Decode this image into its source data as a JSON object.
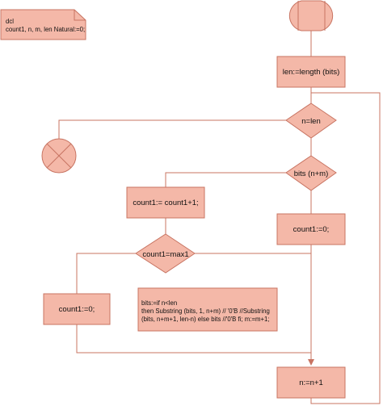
{
  "colors": {
    "fill": "#f4b8a8",
    "stroke": "#c87462",
    "text": "#111111"
  },
  "note": {
    "line1": "dcl",
    "line2": "count1, n, m, len Natural:=0;"
  },
  "nodes": {
    "start": {
      "icon": "terminal-start-icon"
    },
    "len_assign": {
      "label": "len:=length (bits)"
    },
    "cond_n_len": {
      "label": "n=len"
    },
    "end": {
      "icon": "end-cross-icon"
    },
    "cond_bits": {
      "label": "bits (n+m)"
    },
    "count_inc": {
      "label": "count1:= count1+1;"
    },
    "count_reset_right": {
      "label": "count1:=0;"
    },
    "cond_max": {
      "label": "count1=max1"
    },
    "count_reset_left": {
      "label": "count1:=0;"
    },
    "bits_update": {
      "line1": "bits:=if n<len",
      "line2": "then Substring (bits, 1, n+m) // '0'B //Substring",
      "line3": "(bits, n+m+1, len-n) else bits //'0'B fi; m:=m+1;"
    },
    "n_inc": {
      "label": "n:=n+1"
    }
  }
}
